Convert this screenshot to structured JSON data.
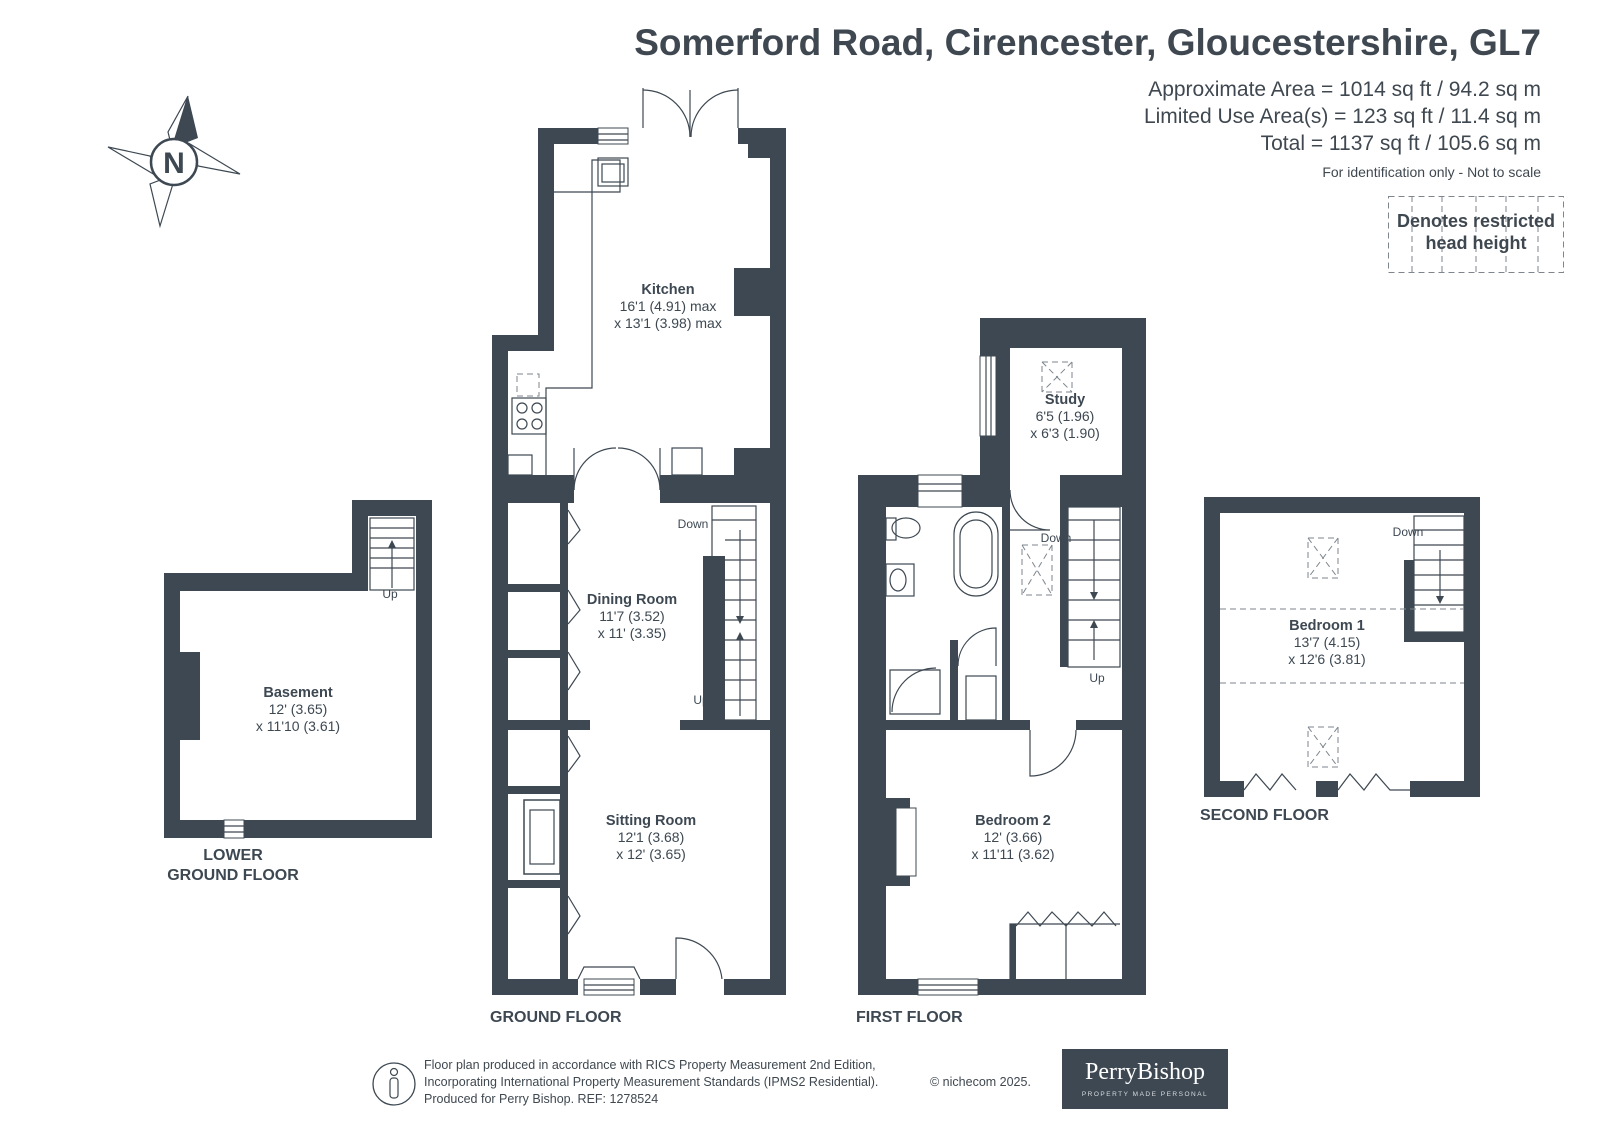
{
  "header": {
    "title": "Somerford Road, Cirencester, Gloucestershire, GL7",
    "approx_area": "Approximate Area = 1014 sq ft / 94.2 sq m",
    "limited_area": "Limited Use Area(s) = 123 sq ft / 11.4 sq m",
    "total_area": "Total = 1137 sq ft / 105.6 sq m",
    "note": "For identification only - Not to scale"
  },
  "legend": {
    "line1": "Denotes restricted",
    "line2": "head height"
  },
  "compass": {
    "letter": "N",
    "icon": "compass-icon"
  },
  "floors": {
    "lower_ground": {
      "label_line1": "LOWER",
      "label_line2": "GROUND FLOOR"
    },
    "ground": {
      "label": "GROUND FLOOR"
    },
    "first": {
      "label": "FIRST FLOOR"
    },
    "second": {
      "label": "SECOND FLOOR"
    }
  },
  "rooms": {
    "basement": {
      "name": "Basement",
      "dim1": "12' (3.65)",
      "dim2": "x 11'10 (3.61)"
    },
    "kitchen": {
      "name": "Kitchen",
      "dim1": "16'1 (4.91) max",
      "dim2": "x 13'1 (3.98) max"
    },
    "dining": {
      "name": "Dining Room",
      "dim1": "11'7 (3.52)",
      "dim2": "x 11' (3.35)"
    },
    "sitting": {
      "name": "Sitting Room",
      "dim1": "12'1 (3.68)",
      "dim2": "x 12' (3.65)"
    },
    "study": {
      "name": "Study",
      "dim1": "6'5 (1.96)",
      "dim2": "x 6'3 (1.90)"
    },
    "bedroom2": {
      "name": "Bedroom 2",
      "dim1": "12' (3.66)",
      "dim2": "x 11'11 (3.62)"
    },
    "bedroom1": {
      "name": "Bedroom 1",
      "dim1": "13'7 (4.15)",
      "dim2": "x 12'6 (3.81)"
    }
  },
  "stairs": {
    "up": "Up",
    "down": "Down"
  },
  "footer": {
    "line1": "Floor plan produced in accordance with RICS Property Measurement 2nd Edition,",
    "line2": "Incorporating International Property Measurement Standards (IPMS2 Residential).",
    "line3": "Produced for Perry Bishop.   REF: 1278524",
    "credit": "© nichecom 2025.",
    "brand": "PerryBishop",
    "tagline": "PROPERTY MADE PERSONAL"
  },
  "colors": {
    "wall": "#3d4852",
    "text": "#3f4850",
    "background": "#ffffff"
  }
}
